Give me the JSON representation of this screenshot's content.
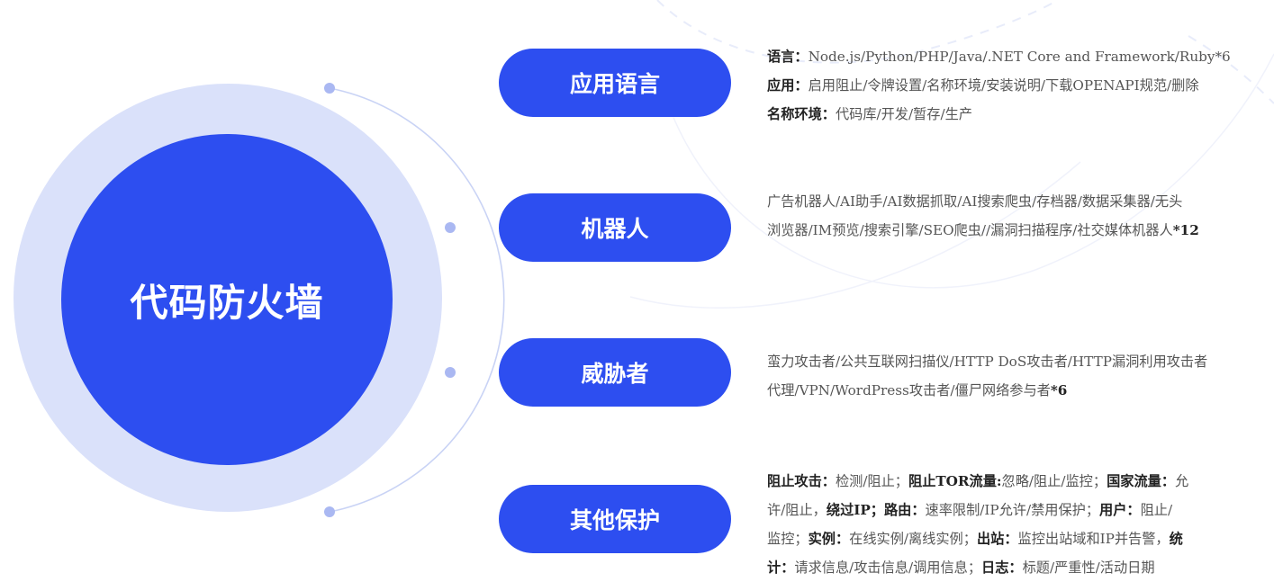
{
  "center": {
    "title": "代码防火墙"
  },
  "categories": [
    {
      "label": "应用语言",
      "lines": [
        [
          {
            "text": "语言：",
            "bold": true
          },
          {
            "text": "Node.js/Python/PHP/Java/.NET Core and Framework/Ruby*6"
          }
        ],
        [
          {
            "text": "应用：",
            "bold": true
          },
          {
            "text": "启用阻止/令牌设置/名称环境/安装说明/下载OPENAPI规范/删除"
          }
        ],
        [
          {
            "text": "名称环境：",
            "bold": true
          },
          {
            "text": "代码库/开发/暂存/生产"
          }
        ]
      ]
    },
    {
      "label": "机器人",
      "lines": [
        [
          {
            "text": "广告机器人/AI助手/AI数据抓取/AI搜索爬虫/存档器/数据采集器/无头"
          }
        ],
        [
          {
            "text": "浏览器/IM预览/搜索引擎/SEO爬虫//漏洞扫描程序/社交媒体机器人"
          },
          {
            "text": "*12",
            "bold": true
          }
        ]
      ]
    },
    {
      "label": "威胁者",
      "lines": [
        [
          {
            "text": "蛮力攻击者/公共互联网扫描仪/HTTP DoS攻击者/HTTP漏洞利用攻击者"
          }
        ],
        [
          {
            "text": "代理/VPN/WordPress攻击者/僵尸网络参与者"
          },
          {
            "text": "*6",
            "bold": true
          }
        ]
      ]
    },
    {
      "label": "其他保护",
      "lines": [
        [
          {
            "text": "阻止攻击：",
            "bold": true
          },
          {
            "text": "检测/阻止；"
          },
          {
            "text": "阻止TOR流量:",
            "bold": true
          },
          {
            "text": "忽略/阻止/监控；"
          },
          {
            "text": "国家流量：",
            "bold": true
          },
          {
            "text": "允"
          }
        ],
        [
          {
            "text": "许/阻止，"
          },
          {
            "text": "绕过IP；路由：",
            "bold": true
          },
          {
            "text": "速率限制/IP允许/禁用保护；"
          },
          {
            "text": "用户：",
            "bold": true
          },
          {
            "text": "阻止/"
          }
        ],
        [
          {
            "text": "监控；"
          },
          {
            "text": "实例：",
            "bold": true
          },
          {
            "text": "在线实例/离线实例；"
          },
          {
            "text": "出站：",
            "bold": true
          },
          {
            "text": "监控出站域和IP并告警，"
          },
          {
            "text": "统",
            "bold": true
          }
        ],
        [
          {
            "text": "计：",
            "bold": true
          },
          {
            "text": "请求信息/攻击信息/调用信息；"
          },
          {
            "text": "日志：",
            "bold": true
          },
          {
            "text": "标题/严重性/活动日期"
          }
        ]
      ]
    }
  ],
  "colors": {
    "primary": "#2d4ef0",
    "ring": "#dae1fa",
    "dot": "#aab8f2"
  }
}
